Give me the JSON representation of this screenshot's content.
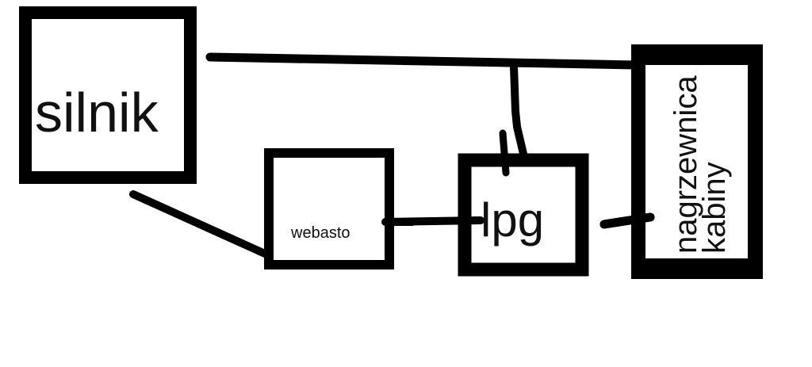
{
  "nodes": {
    "silnik": "silnik",
    "webasto": "webasto",
    "lpg": "lpg",
    "nagrzewnica_line1": "nagrzewnica",
    "nagrzewnica_line2": "kabiny"
  },
  "colors": {
    "stroke": "#000000",
    "background": "#ffffff"
  }
}
